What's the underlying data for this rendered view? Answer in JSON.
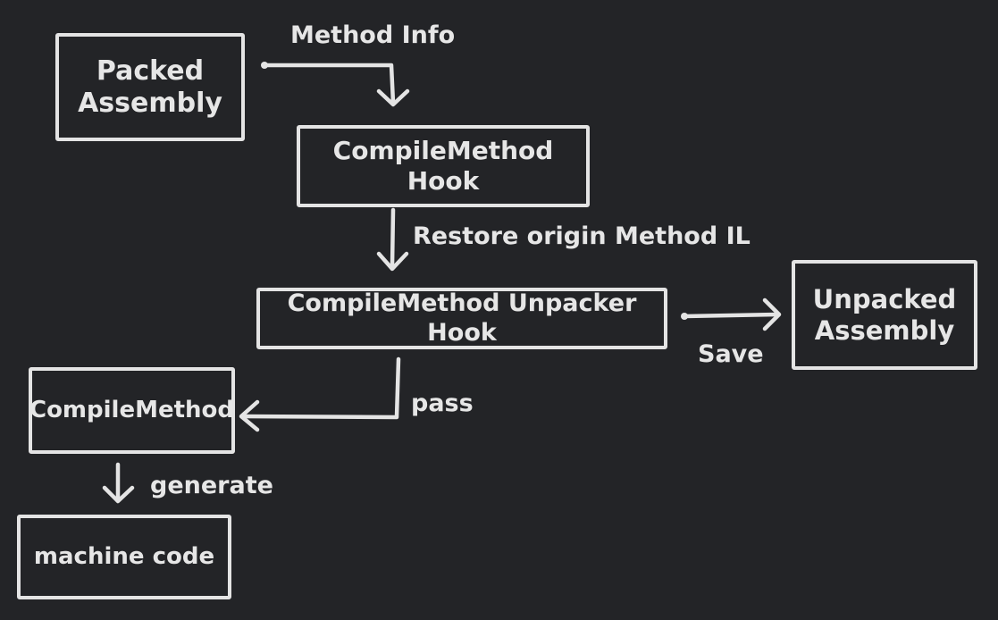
{
  "nodes": {
    "packed_assembly": "Packed\nAssembly",
    "compile_method_hook": "CompileMethod Hook",
    "unpacker_hook": "CompileMethod Unpacker Hook",
    "unpacked_assembly": "Unpacked\nAssembly",
    "compile_method": "CompileMethod",
    "machine_code": "machine code"
  },
  "edges": {
    "method_info": "Method Info",
    "restore_il": "Restore origin Method IL",
    "save": "Save",
    "pass": "pass",
    "generate": "generate"
  },
  "colors": {
    "background": "#232427",
    "stroke": "#e4e4e4",
    "text": "#e6e6e6"
  }
}
